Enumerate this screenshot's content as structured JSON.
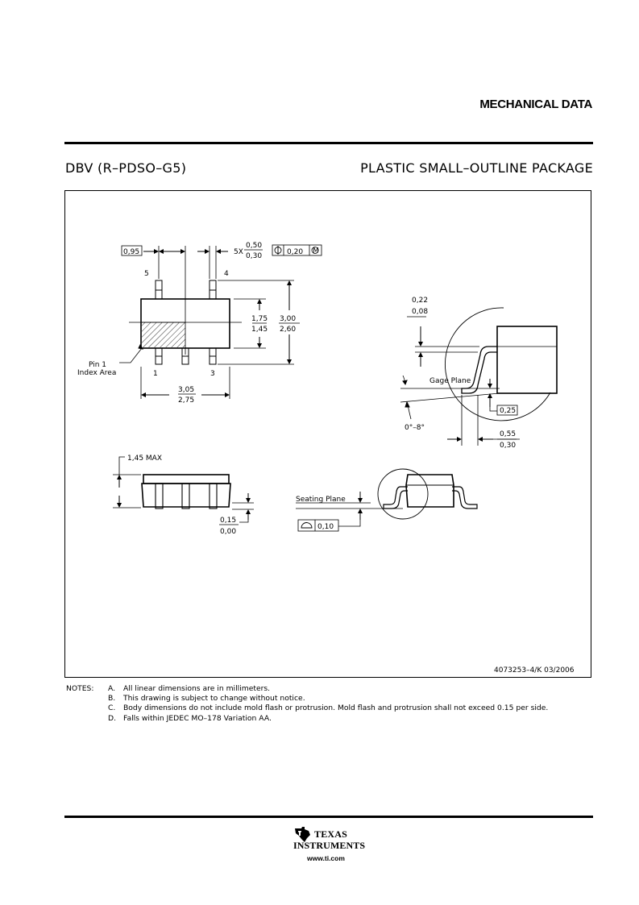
{
  "header": {
    "section_title": "MECHANICAL DATA",
    "package_code": "DBV (R–PDSO–G5)",
    "package_name": "PLASTIC SMALL–OUTLINE PACKAGE"
  },
  "top_view": {
    "pitch_box": "0,95",
    "lead_width_mult": "5X",
    "lead_width_max": "0,50",
    "lead_width_min": "0,30",
    "position_tol": "0,20",
    "pin_5": "5",
    "pin_4": "4",
    "pin_1": "1",
    "pin_3": "3",
    "body_width_max": "1,75",
    "body_width_min": "1,45",
    "overall_width_max": "3,00",
    "overall_width_min": "2,60",
    "pin1_label_1": "Pin 1",
    "pin1_label_2": "Index Area",
    "body_length_max": "3,05",
    "body_length_min": "2,75"
  },
  "detail_view": {
    "thickness_max": "0,22",
    "thickness_min": "0,08",
    "gage_plane": "Gage Plane",
    "gage_dim": "0,25",
    "angle": "0°–8°",
    "foot_max": "0,55",
    "foot_min": "0,30"
  },
  "side_view": {
    "height_max": "1,45 MAX",
    "standoff_max": "0,15",
    "standoff_min": "0,00",
    "seating_plane": "Seating Plane",
    "coplanarity": "0,10"
  },
  "drawing_number": "4073253–4/K 03/2006",
  "notes": {
    "label": "NOTES:",
    "items": [
      {
        "letter": "A.",
        "text": "All linear dimensions are in millimeters."
      },
      {
        "letter": "B.",
        "text": "This drawing is subject to change without notice."
      },
      {
        "letter": "C.",
        "text": "Body dimensions do not include mold flash or protrusion. Mold flash and protrusion shall not exceed 0.15 per side."
      },
      {
        "letter": "D.",
        "text": "Falls within JEDEC MO–178 Variation AA."
      }
    ]
  },
  "footer": {
    "logo_line_1": "TEXAS",
    "logo_line_2": "INSTRUMENTS",
    "url": "www.ti.com"
  }
}
